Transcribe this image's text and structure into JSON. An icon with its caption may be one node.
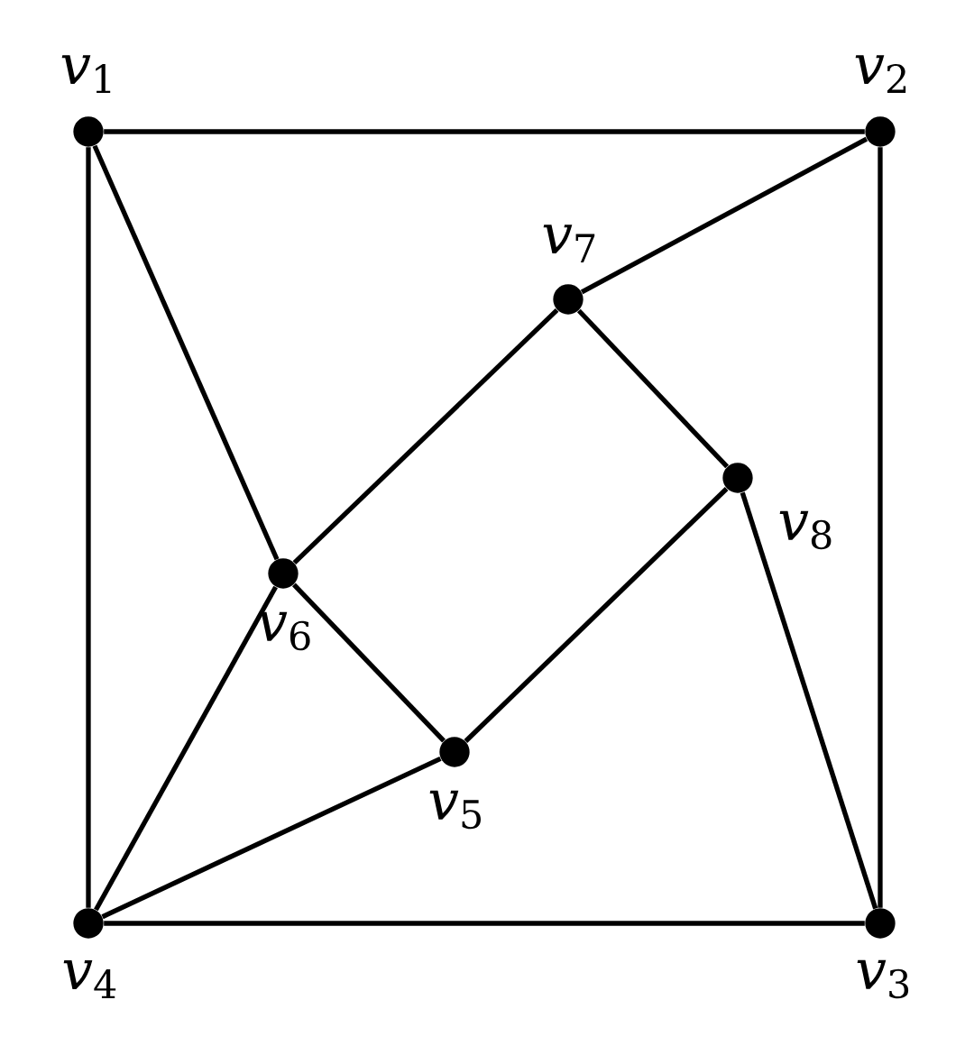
{
  "diagram": {
    "nodes": [
      {
        "text": [],
        "shape": "circle",
        "beside": [
          "*v*$_{1}$"
        ]
      },
      {
        "text": [],
        "shape": "circle",
        "beside": [
          "*v*$_{2}$"
        ]
      },
      {
        "text": [],
        "shape": "circle",
        "beside": [
          "*v*$_{3}$"
        ]
      },
      {
        "text": [],
        "shape": "circle",
        "beside": [
          "*v*$_{4}$"
        ]
      },
      {
        "text": [],
        "shape": "circle",
        "beside": [
          "*v*$_{5}$"
        ]
      },
      {
        "text": [],
        "shape": "circle",
        "beside": [
          "*v*$_{6}$"
        ]
      },
      {
        "text": [],
        "shape": "circle",
        "beside": [
          "*v*$_{7}$"
        ]
      },
      {
        "text": [],
        "shape": "circle",
        "beside": [
          "*v*$_{8}$"
        ]
      }
    ],
    "edges": [
      {
        "from": 0,
        "to": 1,
        "arrow": "none"
      },
      {
        "from": 1,
        "to": 2,
        "arrow": "none"
      },
      {
        "from": 2,
        "to": 3,
        "arrow": "none"
      },
      {
        "from": 3,
        "to": 0,
        "arrow": "none"
      },
      {
        "from": 0,
        "to": 5,
        "arrow": "none"
      },
      {
        "from": 1,
        "to": 6,
        "arrow": "none"
      },
      {
        "from": 6,
        "to": 7,
        "arrow": "none"
      },
      {
        "from": 5,
        "to": 6,
        "arrow": "none"
      },
      {
        "from": 5,
        "to": 4,
        "arrow": "none"
      },
      {
        "from": 4,
        "to": 7,
        "arrow": "none"
      },
      {
        "from": 7,
        "to": 2,
        "arrow": "none"
      },
      {
        "from": 3,
        "to": 5,
        "arrow": "none"
      },
      {
        "from": 3,
        "to": 4,
        "arrow": "none"
      }
    ]
  }
}
